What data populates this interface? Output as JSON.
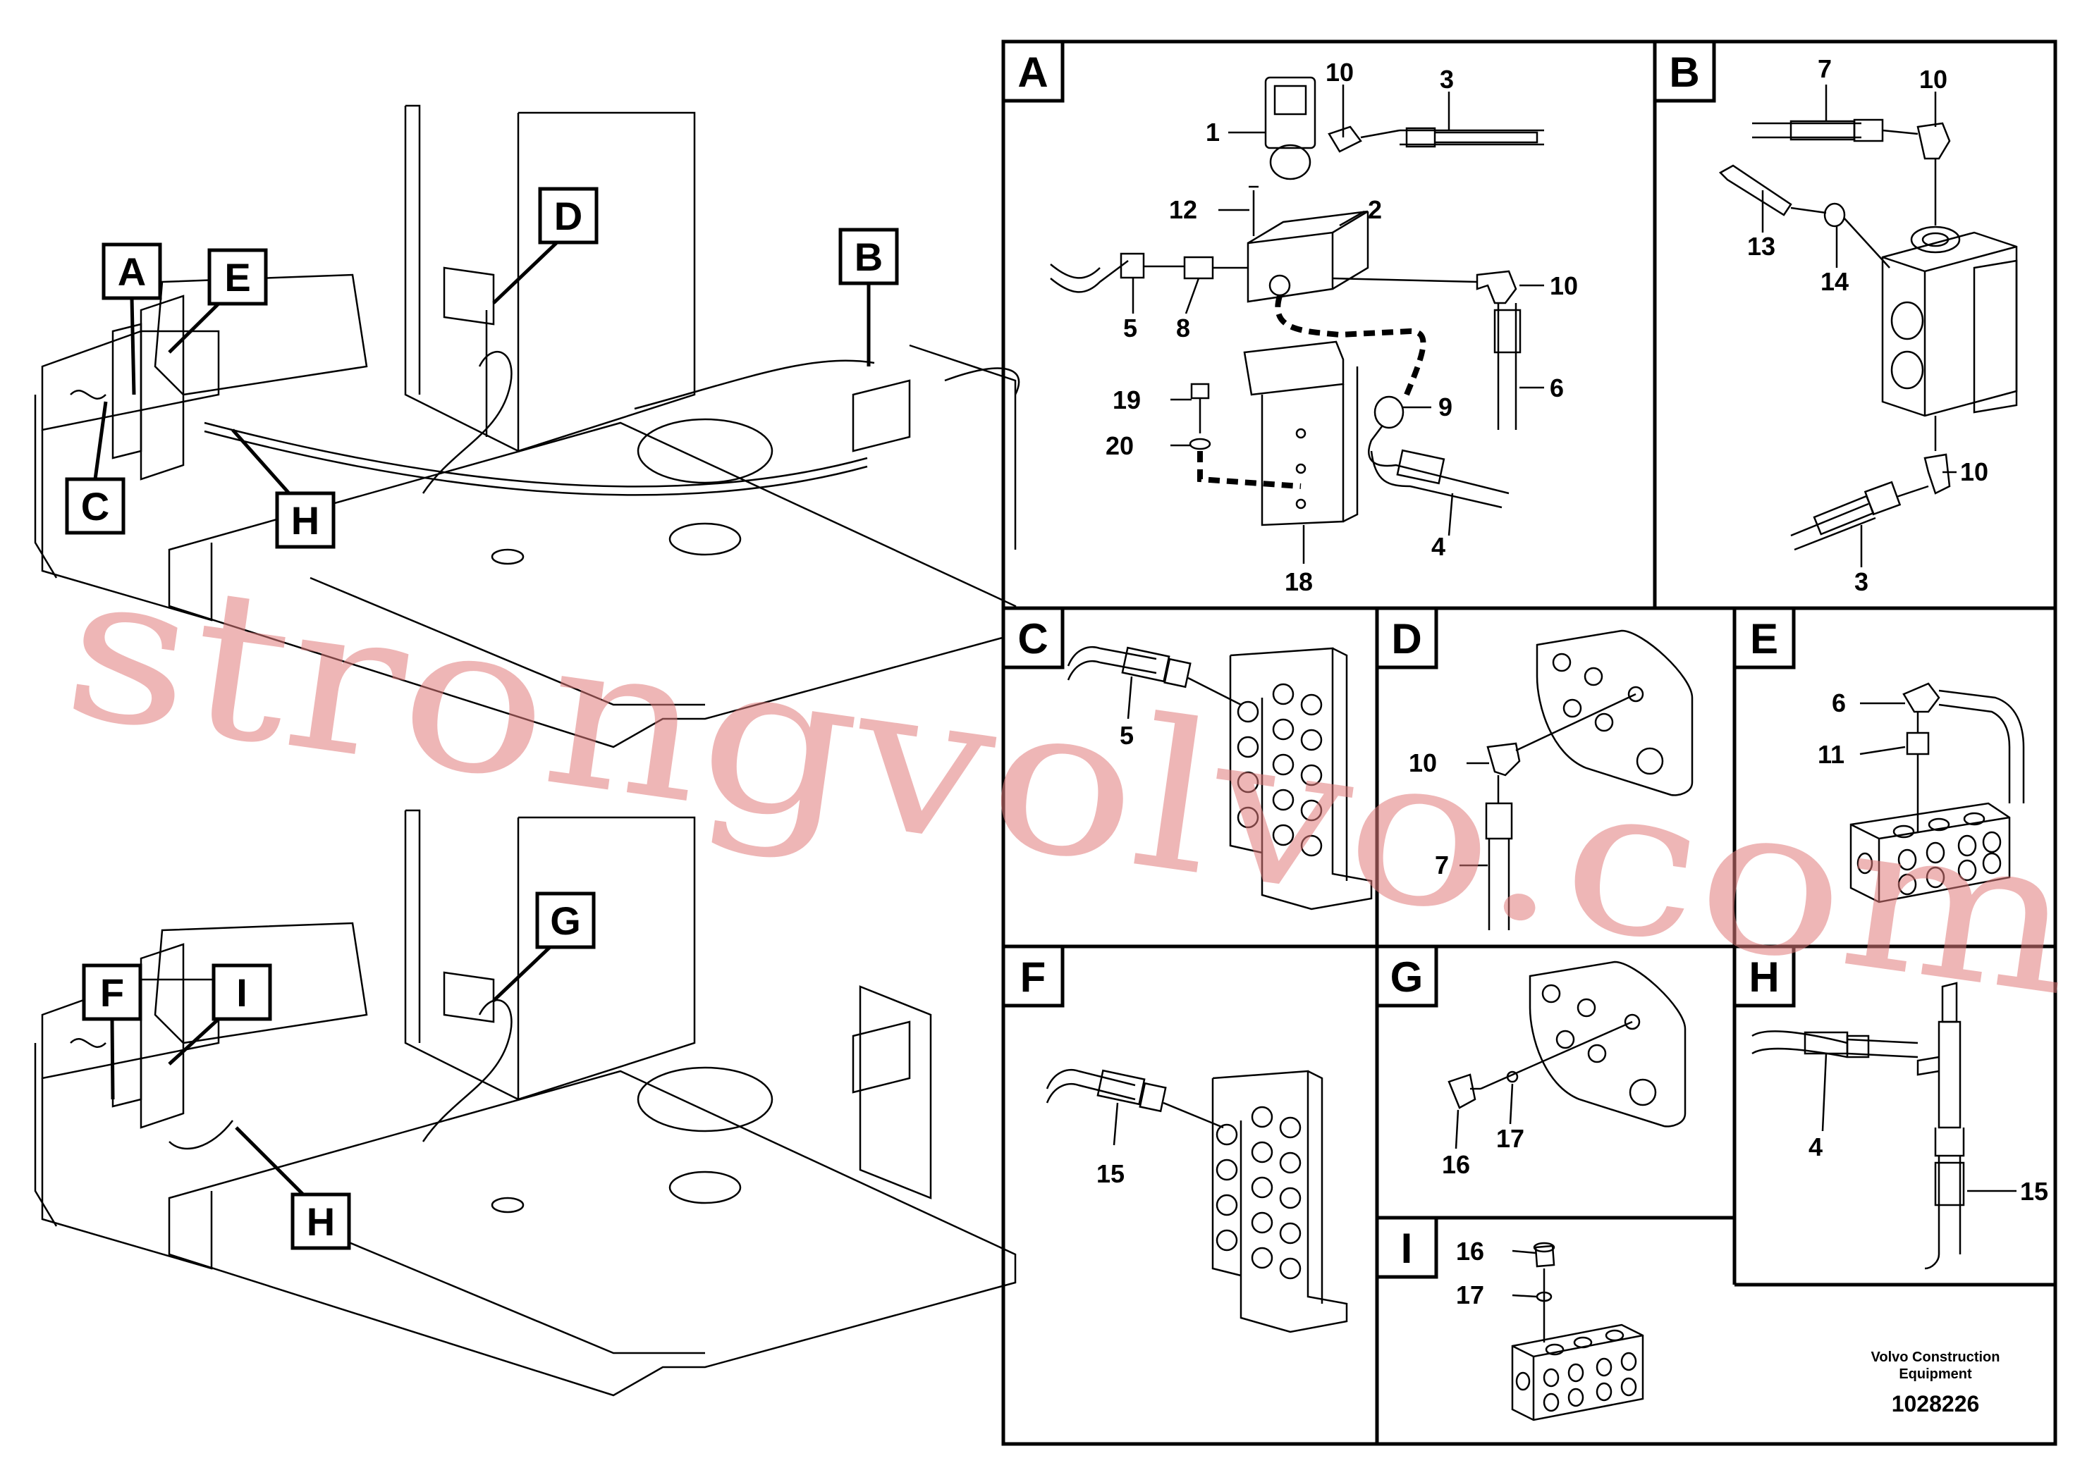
{
  "overview_callouts": {
    "top": [
      "A",
      "B",
      "C",
      "D",
      "E",
      "H"
    ],
    "bottom": [
      "F",
      "G",
      "H",
      "I"
    ]
  },
  "panels": {
    "A": {
      "letter": "A",
      "parts": [
        "1",
        "2",
        "3",
        "4",
        "5",
        "6",
        "8",
        "9",
        "10",
        "10",
        "12",
        "18",
        "19",
        "20"
      ]
    },
    "B": {
      "letter": "B",
      "parts": [
        "3",
        "7",
        "10",
        "10",
        "13",
        "14"
      ]
    },
    "C": {
      "letter": "C",
      "parts": [
        "5"
      ]
    },
    "D": {
      "letter": "D",
      "parts": [
        "7",
        "10"
      ]
    },
    "E": {
      "letter": "E",
      "parts": [
        "6",
        "11"
      ]
    },
    "F": {
      "letter": "F",
      "parts": [
        "15"
      ]
    },
    "G": {
      "letter": "G",
      "parts": [
        "16",
        "17"
      ]
    },
    "H": {
      "letter": "H",
      "parts": [
        "4",
        "15"
      ]
    },
    "I": {
      "letter": "I",
      "parts": [
        "16",
        "17"
      ]
    }
  },
  "footer": {
    "company_line1": "Volvo Construction",
    "company_line2": "Equipment",
    "doc_number": "1028226"
  },
  "watermark": "strongvolvo.com"
}
